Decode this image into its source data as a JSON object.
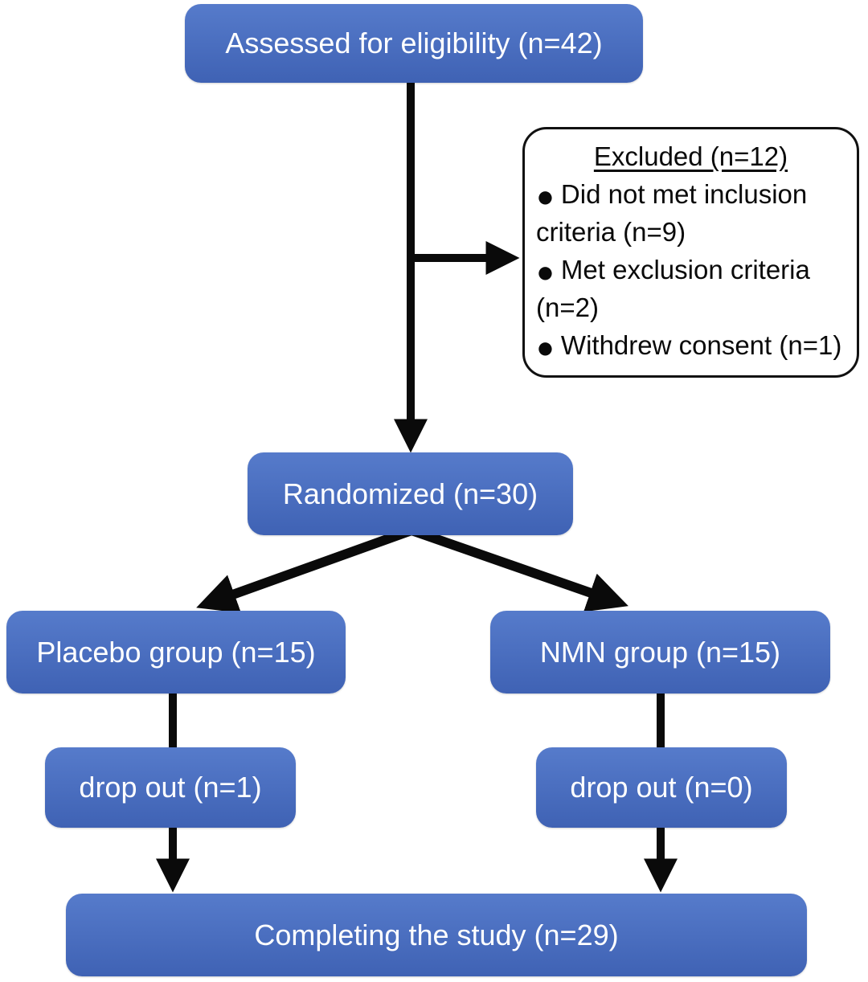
{
  "nodes": {
    "assessed": {
      "label": "Assessed for eligibility (n=42)"
    },
    "randomized": {
      "label": "Randomized (n=30)"
    },
    "placebo": {
      "label": "Placebo group (n=15)"
    },
    "nmn": {
      "label": "NMN group (n=15)"
    },
    "placebo_dropout": {
      "label": "drop out (n=1)"
    },
    "nmn_dropout": {
      "label": "drop out (n=0)"
    },
    "completed": {
      "label": "Completing the study (n=29)"
    }
  },
  "excluded": {
    "title": "Excluded (n=12)",
    "bullet": "●",
    "items": [
      "Did not met inclusion criteria (n=9)",
      "Met exclusion criteria (n=2)",
      "Withdrew consent (n=1)"
    ]
  },
  "colors": {
    "background": "#ffffff",
    "node_fill_top": "#567bcb",
    "node_fill_bottom": "#3f62b4",
    "node_text": "#ffffff",
    "connector": "#0a0a0a",
    "excluded_border": "#111111",
    "excluded_bg": "#ffffff"
  }
}
